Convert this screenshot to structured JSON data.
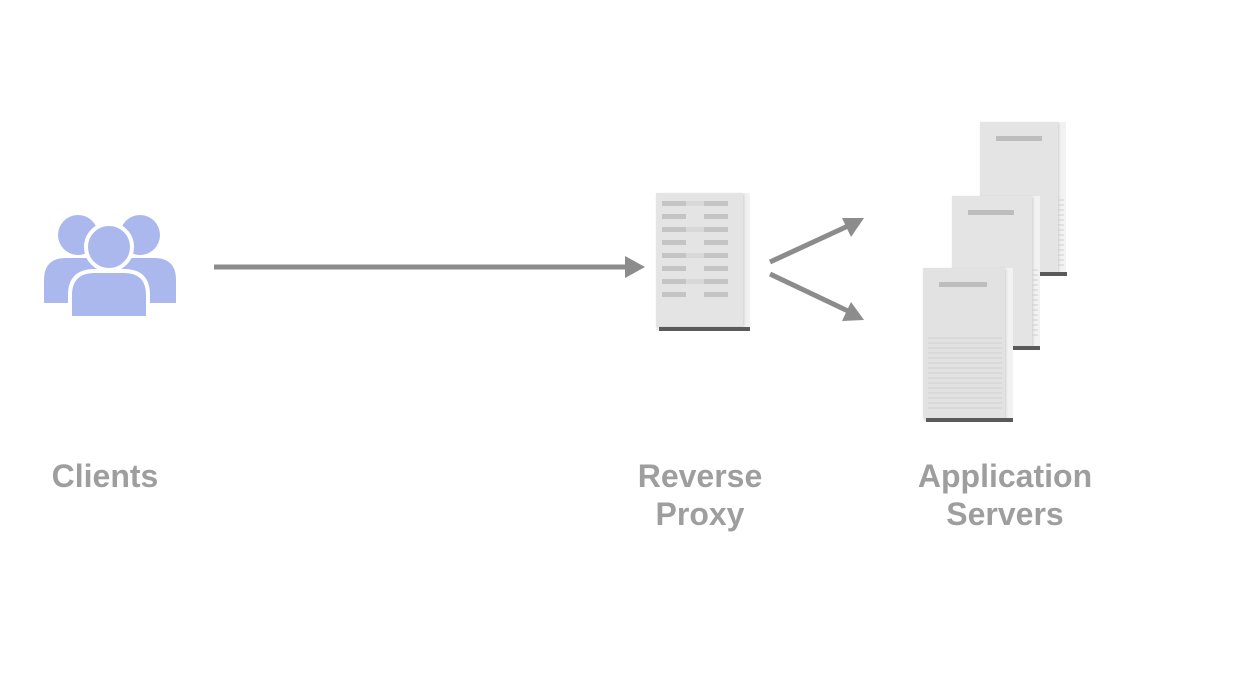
{
  "nodes": {
    "clients": {
      "label": "Clients",
      "icon": "users-group-icon",
      "color": "#aab8ee"
    },
    "reverse_proxy": {
      "label_line1": "Reverse",
      "label_line2": "Proxy",
      "icon": "server-rack-icon",
      "color": "#e6e6e6"
    },
    "application_servers": {
      "label_line1": "Application",
      "label_line2": "Servers",
      "icon": "server-tower-icon",
      "count": 3,
      "color": "#e6e6e6"
    }
  },
  "edges": [
    {
      "from": "clients",
      "to": "reverse_proxy"
    },
    {
      "from": "reverse_proxy",
      "to": "application_servers"
    },
    {
      "from": "reverse_proxy",
      "to": "application_servers"
    }
  ],
  "colors": {
    "label_text": "#9e9e9e",
    "arrow": "#8c8c8c",
    "clients_icon": "#aab8ee",
    "server_body": "#e6e6e6",
    "server_base": "#5a5a5a"
  }
}
